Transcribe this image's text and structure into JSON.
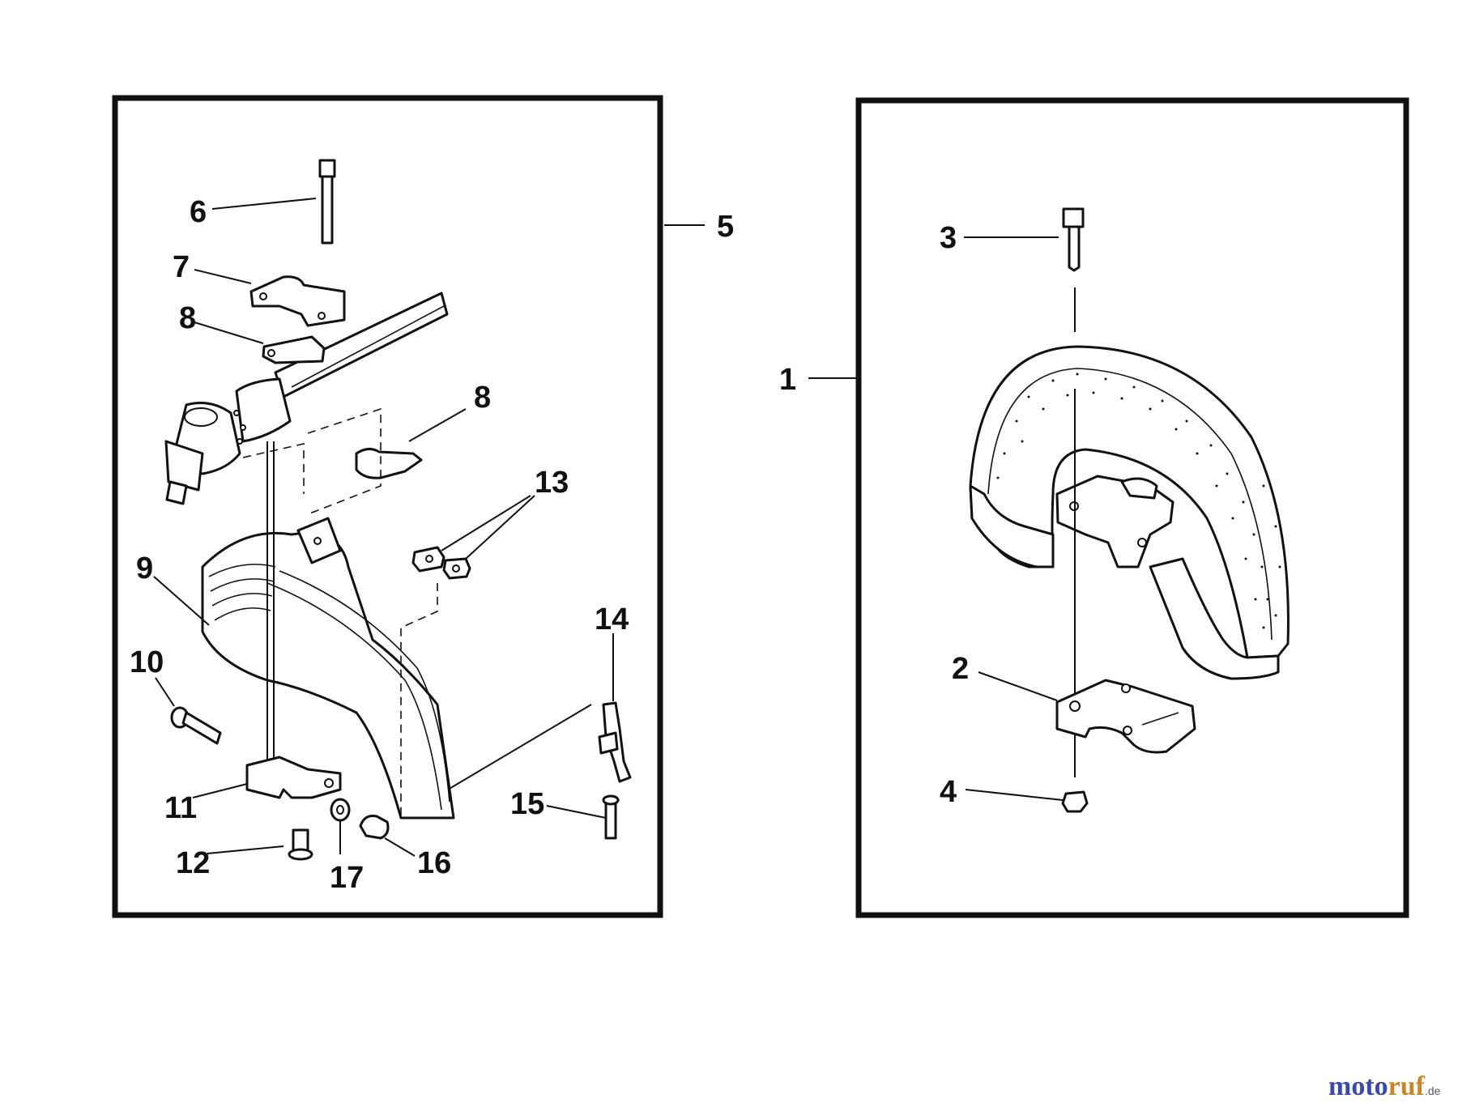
{
  "diagram": {
    "left_group_callout": "5",
    "right_group_callout": "1",
    "left_parts": [
      "6",
      "7",
      "8",
      "8",
      "9",
      "10",
      "11",
      "12",
      "13",
      "14",
      "15",
      "16",
      "17"
    ],
    "right_parts": [
      "3",
      "2",
      "4"
    ]
  },
  "watermark": {
    "part1": "moto",
    "part2": "ruf",
    "suffix": ".de"
  }
}
